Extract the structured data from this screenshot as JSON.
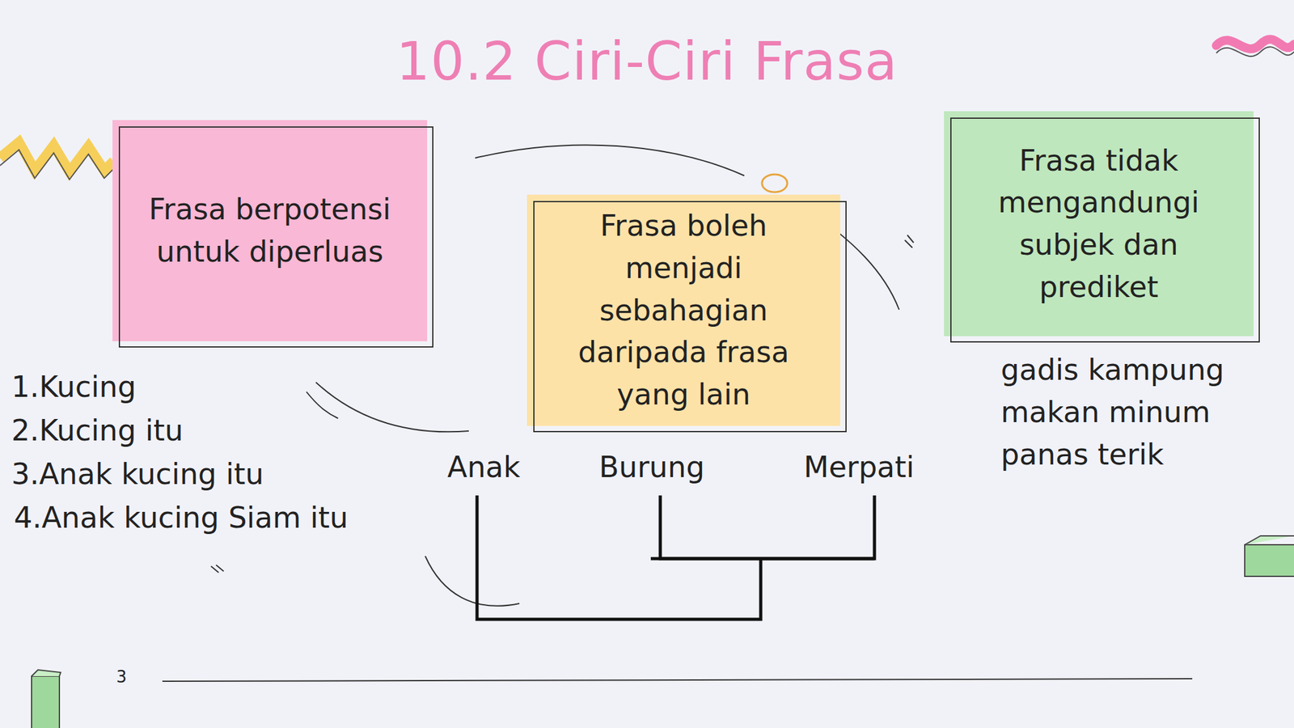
{
  "diagram": {
    "title": "10.2 Ciri-Ciri Frasa",
    "nodes": [
      {
        "text": [
          "Frasa berpotensi untuk diperluas"
        ]
      },
      {
        "text": [
          "Frasa boleh menjadi sebahagian daripada frasa yang lain"
        ]
      },
      {
        "text": [
          "Frasa tidak mengandungi subjek dan prediket"
        ]
      }
    ],
    "labels": [
      "1.Kucing",
      "2.Kucing itu",
      "3.Anak kucing itu",
      "4.Anak kucing Siam itu",
      "Anak",
      "Burung",
      "Merpati",
      "gadis kampung",
      "makan minum",
      "panas terik",
      "3"
    ]
  }
}
